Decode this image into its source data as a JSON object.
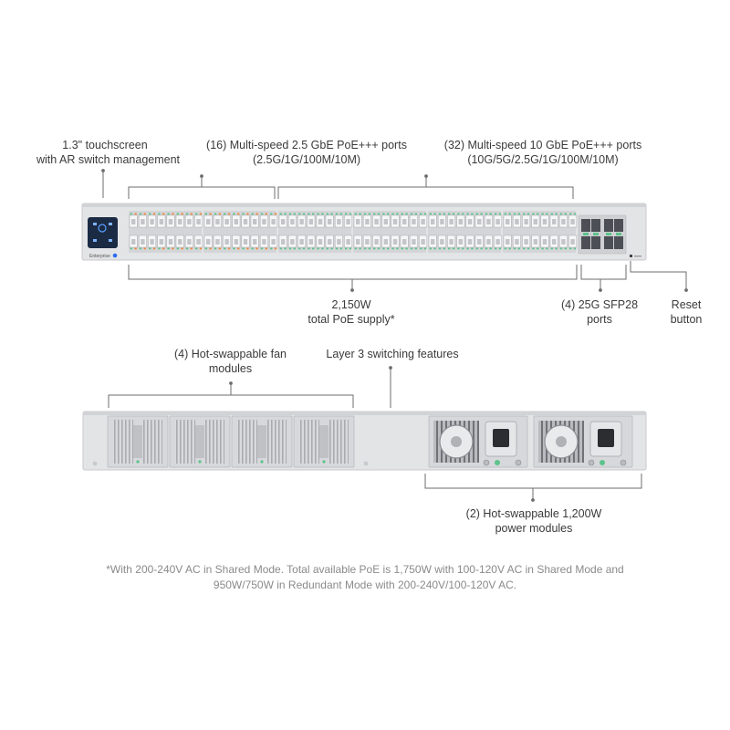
{
  "front_callouts": {
    "touchscreen": [
      "1.3\" touchscreen",
      "with AR switch management"
    ],
    "ports_25g": [
      "(16) Multi-speed 2.5 GbE PoE+++ ports",
      "(2.5G/1G/100M/10M)"
    ],
    "ports_10g": [
      "(32) Multi-speed 10 GbE PoE+++ ports",
      "(10G/5G/2.5G/1G/100M/10M)"
    ],
    "poe_supply": [
      "2,150W",
      "total PoE supply*"
    ],
    "sfp28": [
      "(4) 25G SFP28",
      "ports"
    ],
    "reset": [
      "Reset",
      "button"
    ]
  },
  "rear_callouts": {
    "fans": [
      "(4) Hot-swappable fan",
      "modules"
    ],
    "layer3": [
      "Layer 3 switching features"
    ],
    "psu": [
      "(2) Hot-swappable 1,200W",
      "power modules"
    ]
  },
  "device_text": {
    "brand": "Enterprise"
  },
  "footnote": [
    "*With 200-240V AC in Shared Mode. Total available PoE is 1,750W with 100-120V AC in Shared Mode and",
    "950W/750W in Redundant Mode with 200-240V/100-120V AC."
  ],
  "colors": {
    "chassis": "#e3e4e6",
    "port_green": "#5cc48a",
    "port_orange": "#f08a3c",
    "screen": "#1b2b44",
    "line": "#6e6e6e"
  },
  "icons": [
    "fan-grille-icon",
    "psu-fan-icon",
    "ac-inlet-icon",
    "touchscreen-icon"
  ]
}
